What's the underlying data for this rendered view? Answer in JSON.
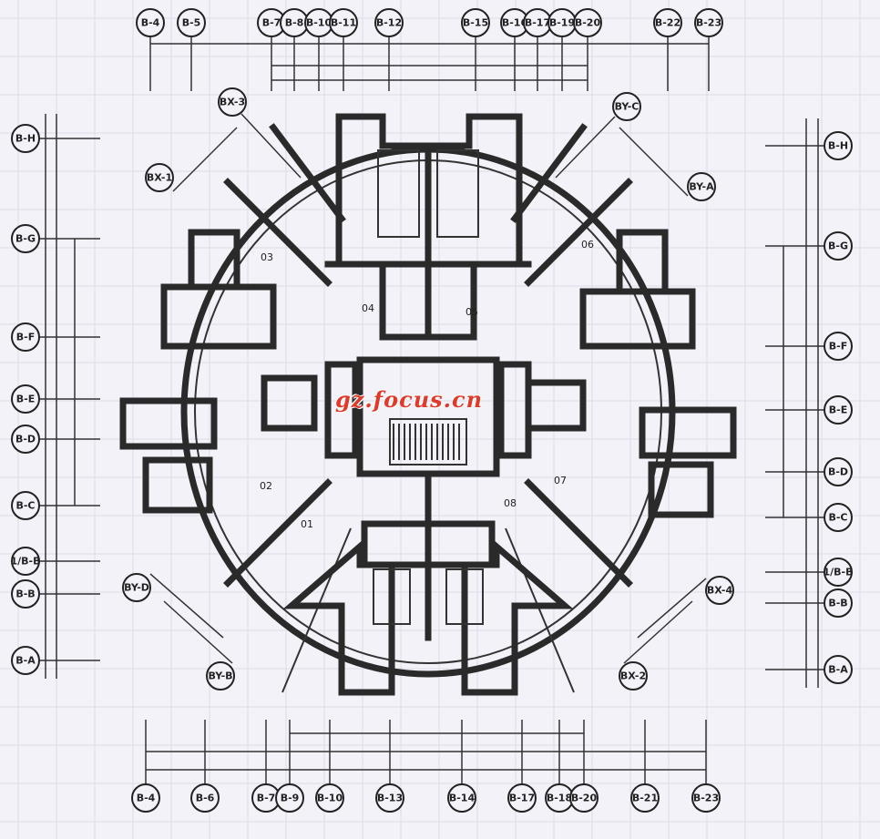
{
  "axes": {
    "top": [
      "B-4",
      "B-5",
      "B-7",
      "B-8",
      "B-10",
      "B-11",
      "B-12",
      "B-15",
      "B-16",
      "B-17",
      "B-19",
      "B-20",
      "B-22",
      "B-23"
    ],
    "bottom": [
      "B-4",
      "B-6",
      "B-7",
      "B-9",
      "B-10",
      "B-13",
      "B-14",
      "B-17",
      "B-18",
      "B-20",
      "B-21",
      "B-23"
    ],
    "left": [
      "B-H",
      "B-G",
      "B-F",
      "B-E",
      "B-D",
      "B-C",
      "1/B-B",
      "B-B",
      "B-A"
    ],
    "right": [
      "B-H",
      "B-G",
      "B-F",
      "B-E",
      "B-D",
      "B-C",
      "1/B-B",
      "B-B",
      "B-A"
    ],
    "diagonal": [
      "BX-3",
      "BX-1",
      "BY-C",
      "BY-A",
      "BY-D",
      "BY-B",
      "BX-4",
      "BX-2"
    ]
  },
  "units": [
    "03",
    "04",
    "05",
    "06",
    "02",
    "01",
    "08",
    "07"
  ],
  "watermark": "gz.focus.cn",
  "colors": {
    "ink": "#2a2a2a",
    "paper": "#f3f2f8",
    "watermark": "#e03a2a"
  }
}
